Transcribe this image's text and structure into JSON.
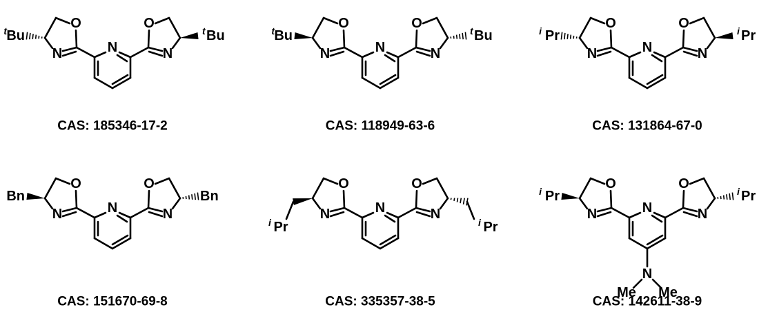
{
  "compounds": [
    {
      "cas": "CAS: 185346-17-2",
      "left": {
        "sup": "t",
        "main": "Bu",
        "type": "plain"
      },
      "right": {
        "sup": "t",
        "main": "Bu",
        "type": "plain"
      },
      "leftStereo": "hash",
      "rightStereo": "wedge",
      "para": null
    },
    {
      "cas": "CAS: 118949-63-6",
      "left": {
        "sup": "t",
        "main": "Bu",
        "type": "plain"
      },
      "right": {
        "sup": "t",
        "main": "Bu",
        "type": "plain"
      },
      "leftStereo": "wedge",
      "rightStereo": "hash",
      "para": null
    },
    {
      "cas": "CAS: 131864-67-0",
      "left": {
        "sup": "i",
        "main": "Pr",
        "type": "plain"
      },
      "right": {
        "sup": "i",
        "main": "Pr",
        "type": "plain"
      },
      "leftStereo": "hash",
      "rightStereo": "wedge",
      "para": null
    },
    {
      "cas": "CAS: 151670-69-8",
      "left": {
        "sup": "",
        "main": "Bn",
        "type": "plain"
      },
      "right": {
        "sup": "",
        "main": "Bn",
        "type": "plain"
      },
      "leftStereo": "wedge",
      "rightStereo": "hash",
      "para": null
    },
    {
      "cas": "CAS:  335357-38-5",
      "left": {
        "sup": "i",
        "main": "Pr",
        "type": "isobutyl"
      },
      "right": {
        "sup": "i",
        "main": "Pr",
        "type": "isobutyl"
      },
      "leftStereo": "wedge",
      "rightStereo": "hash",
      "para": null
    },
    {
      "cas": "CAS: 142611-38-9",
      "left": {
        "sup": "i",
        "main": "Pr",
        "type": "plain"
      },
      "right": {
        "sup": "i",
        "main": "Pr",
        "type": "plain"
      },
      "leftStereo": "wedge",
      "rightStereo": "hash",
      "para": {
        "n": "N",
        "me1": "Me",
        "me2": "Me"
      }
    }
  ],
  "atoms": {
    "oxygen": "O",
    "nitrogen": "N"
  }
}
